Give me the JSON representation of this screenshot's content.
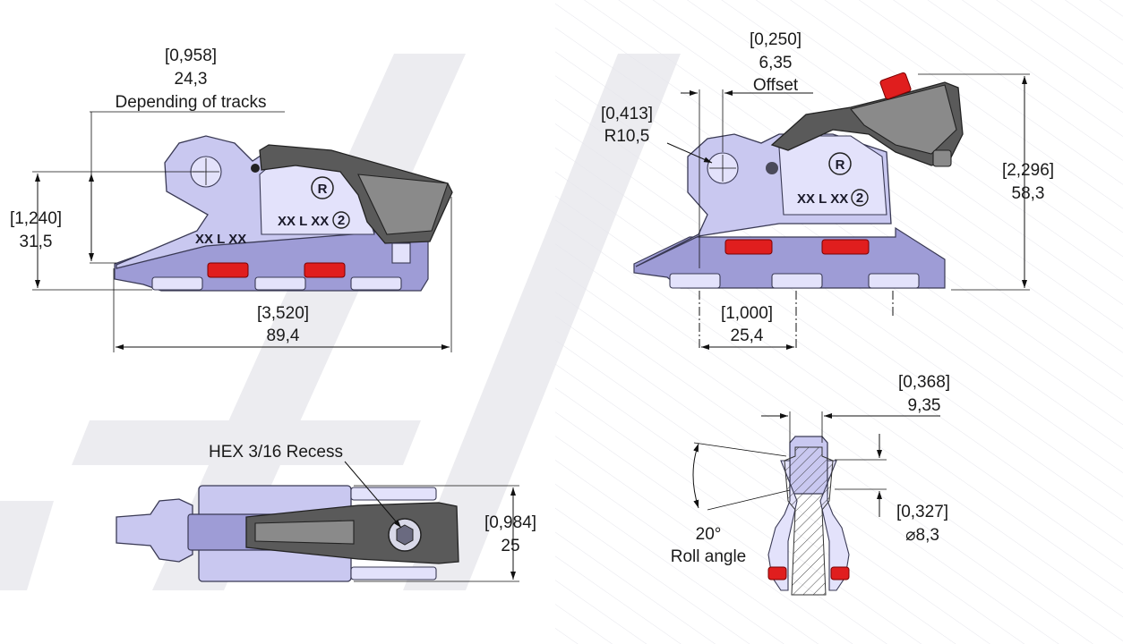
{
  "side_view": {
    "track_width_bracket": "[0,958]",
    "track_width_mm": "24,3",
    "track_note": "Depending of tracks",
    "height_bracket": "[1,240]",
    "height_mm": "31,5",
    "length_bracket": "[3,520]",
    "length_mm": "89,4",
    "engraving_text": "XX L XX",
    "engraving_circle": "2",
    "engraving_partial": "XX L XX",
    "mark_r": "R"
  },
  "angled_view": {
    "offset_bracket": "[0,250]",
    "offset_mm": "6,35",
    "offset_label": "Offset",
    "radius_bracket": "[0,413]",
    "radius_mm": "R10,5",
    "height_bracket": "[2,296]",
    "height_mm": "58,3",
    "pitch_bracket": "[1,000]",
    "pitch_mm": "25,4",
    "engraving_text": "XX L XX",
    "engraving_circle": "2",
    "mark_r": "R"
  },
  "top_view": {
    "hex_label": "HEX 3/16 Recess",
    "width_bracket": "[0,984]",
    "width_mm": "25"
  },
  "section_view": {
    "width_bracket": "[0,368]",
    "width_mm": "9,35",
    "diameter_bracket": "[0,327]",
    "diameter_mm": "⌀8,3",
    "angle_value": "20°",
    "angle_label": "Roll angle"
  },
  "colors": {
    "part_body": "#c9c8f0",
    "lever": "#5a5a5a",
    "red_pads": "#e01e1e",
    "watermark": "#e9e9ee"
  },
  "icons": [
    "hex-recess-icon",
    "r-mark-icon",
    "circle-2-icon"
  ]
}
